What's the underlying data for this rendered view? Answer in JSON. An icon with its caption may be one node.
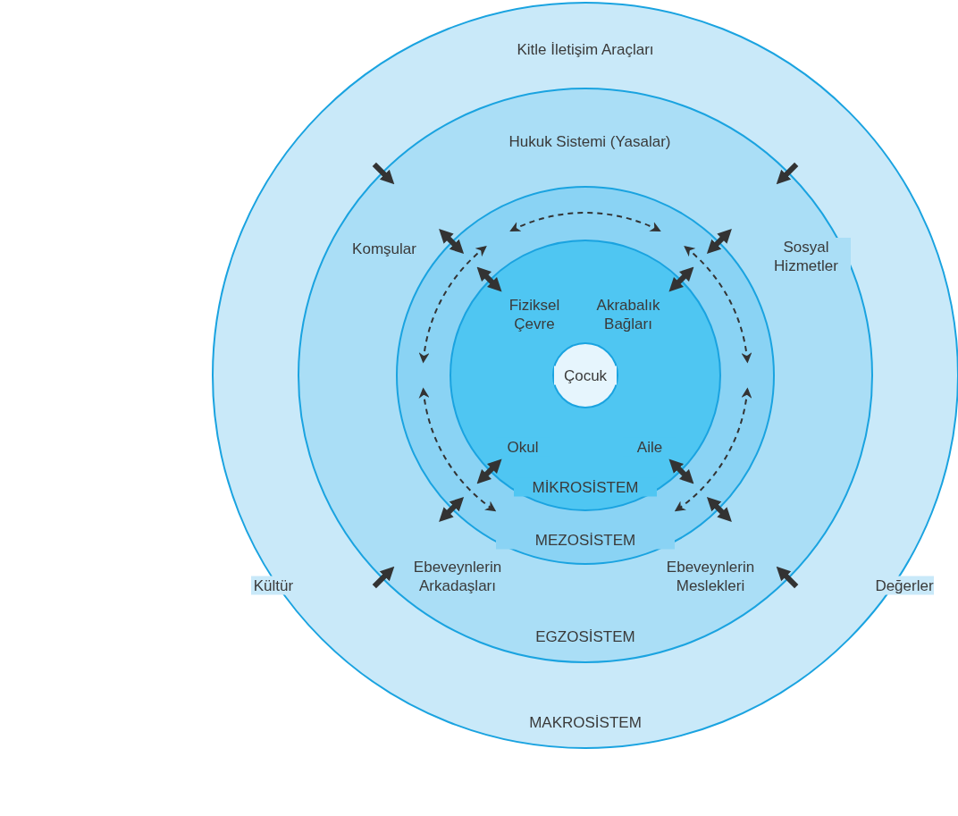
{
  "diagram": {
    "nodes": [
      {
        "text": [
          "Kitle İletişim Araçları",
          "Kültür",
          "Değerler",
          "MAKROSİSTEM"
        ]
      },
      {
        "text": [
          "Hukuk Sistemi (Yasalar)",
          "Komşular",
          "Sosyal Hizmetler",
          "Ebeveynlerin Arkadaşları",
          "Ebeveynlerin Meslekleri",
          "EGZOSİSTEM"
        ],
        "in": 0
      },
      {
        "text": [
          "MEZOSİSTEM"
        ],
        "in": 1
      },
      {
        "text": [
          "Fiziksel Çevre",
          "Akrabalık Bağları",
          "Okul",
          "Aile",
          "MİKROSİSTEM"
        ],
        "in": 2
      },
      {
        "text": [
          "Çocuk"
        ],
        "in": 3
      }
    ]
  }
}
